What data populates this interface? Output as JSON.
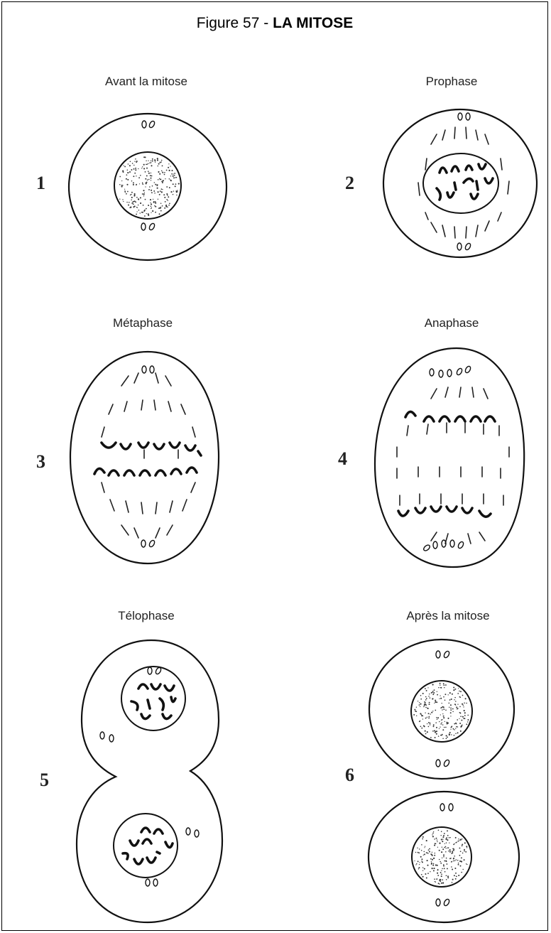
{
  "figure": {
    "title_prefix": "Figure 57  -  ",
    "title_main": "LA MITOSE"
  },
  "stages": [
    {
      "number": "1",
      "label": "Avant la mitose"
    },
    {
      "number": "2",
      "label": "Prophase"
    },
    {
      "number": "3",
      "label": "Métaphase"
    },
    {
      "number": "4",
      "label": "Anaphase"
    },
    {
      "number": "5",
      "label": "Télophase"
    },
    {
      "number": "6",
      "label": "Après la mitose"
    }
  ]
}
